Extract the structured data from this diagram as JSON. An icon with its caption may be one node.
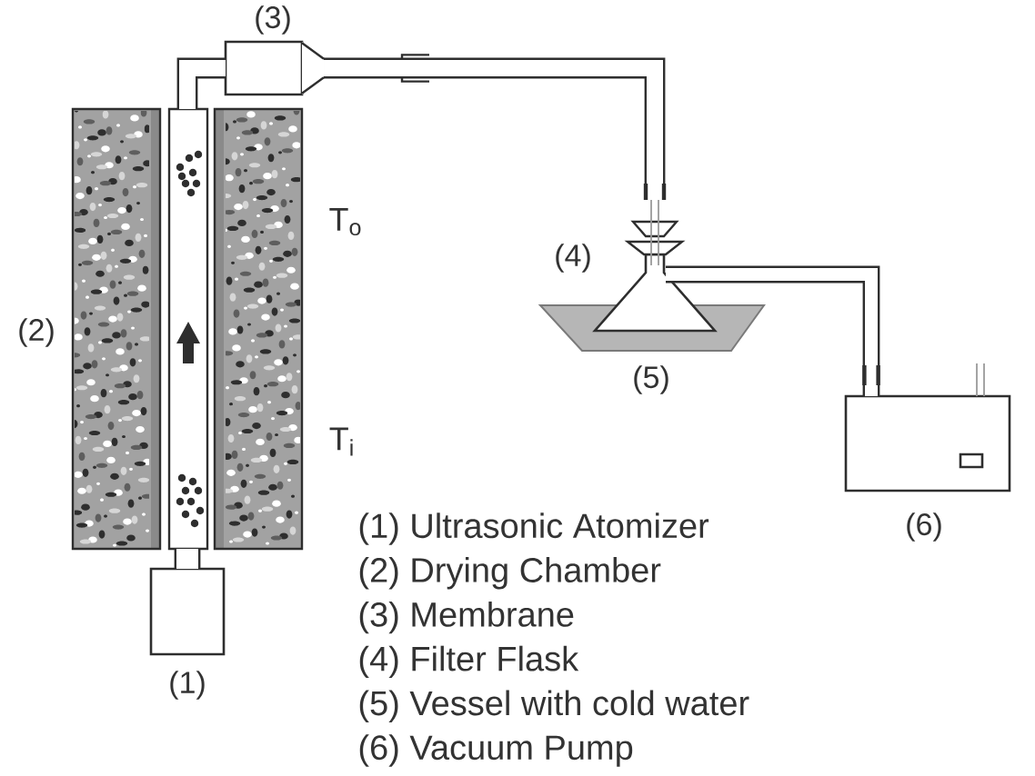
{
  "diagram": {
    "nodes": [
      {
        "text": [],
        "shape": "box",
        "beside": [
          "(1)"
        ]
      },
      {
        "text": [],
        "shape": "picture",
        "beside": [
          "(2)",
          "T$_{o}$",
          "T$_{i}$"
        ]
      },
      {
        "text": [],
        "shape": "box",
        "beside": [
          "(3)"
        ]
      },
      {
        "text": [],
        "shape": "picture",
        "beside": [
          "(4)"
        ]
      },
      {
        "text": [],
        "shape": "trapezoid",
        "beside": [
          "(5)"
        ]
      },
      {
        "text": [],
        "shape": "box",
        "beside": [
          "(6)"
        ]
      }
    ],
    "edges": [
      {
        "from": 0,
        "to": 1,
        "arrow": "none"
      },
      {
        "from": 1,
        "to": 2,
        "arrow": "none"
      },
      {
        "from": 2,
        "to": 3,
        "arrow": "none"
      },
      {
        "from": 3,
        "to": 5,
        "arrow": "none"
      }
    ],
    "labels": [
      "(1) Ultrasonic Atomizer",
      "(2) Drying Chamber",
      "(3) Membrane",
      "(4) Filter Flask",
      "(5) Vessel with cold water",
      "(6) Vacuum Pump"
    ]
  }
}
